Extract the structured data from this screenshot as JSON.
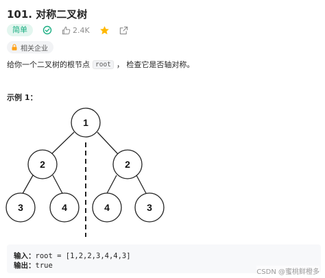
{
  "problem": {
    "title": "101. 对称二叉树",
    "difficulty": "简单",
    "like_count": "2.4K",
    "company_tag": "相关企业",
    "desc_before": "给你一个二叉树的根节点 ",
    "desc_code": "root",
    "desc_after": " ， 检查它是否轴对称。"
  },
  "example": {
    "title": "示例 1：",
    "input_label": "输入：",
    "input_value": "root = [1,2,2,3,4,4,3]",
    "output_label": "输出：",
    "output_value": "true"
  },
  "tree": {
    "root": "1",
    "level2": [
      "2",
      "2"
    ],
    "level3": [
      "3",
      "4",
      "4",
      "3"
    ]
  },
  "icons": {
    "solved": "check-circle-icon",
    "like": "thumbs-up-icon",
    "favorite": "star-icon",
    "share": "share-icon",
    "company": "lock-icon"
  },
  "colors": {
    "easy_text": "#1aae82",
    "easy_bg": "#e3f6ef",
    "star": "#ffb800"
  },
  "watermark": "CSDN @蜜桃鲜橙多"
}
